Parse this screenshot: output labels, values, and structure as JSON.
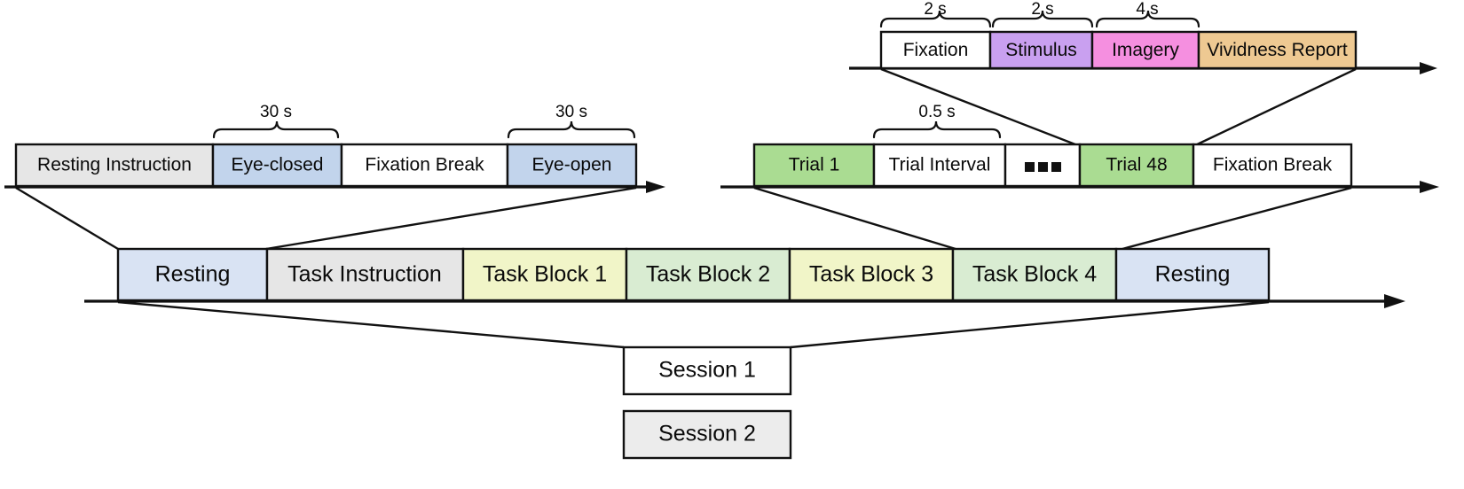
{
  "figure": {
    "title": "Experimental paradigm timeline",
    "colors": {
      "gray": "#e6e6e6",
      "blue": "#c2d4ec",
      "white": "#ffffff",
      "green": "#aadc92",
      "pale_yellow": "#f1f5c8",
      "pale_green": "#d9ecd2",
      "purple": "#c9a0f0",
      "pink": "#f58fe0",
      "tan": "#eec992",
      "stroke": "#111111"
    }
  },
  "trial_timeline": {
    "name": "trial-structure",
    "segments": [
      {
        "label": "Fixation",
        "duration": "2 s",
        "color": "#ffffff"
      },
      {
        "label": "Stimulus",
        "duration": "2 s",
        "color": "#c9a0f0"
      },
      {
        "label": "Imagery",
        "duration": "4 s",
        "color": "#f58fe0"
      },
      {
        "label": "Vividness Report",
        "duration": "",
        "color": "#eec992"
      }
    ]
  },
  "resting_timeline": {
    "name": "resting-run-structure",
    "segments": [
      {
        "label": "Resting Instruction",
        "duration": "",
        "color": "#e6e6e6"
      },
      {
        "label": "Eye-closed",
        "duration": "30 s",
        "color": "#c2d4ec"
      },
      {
        "label": "Fixation Break",
        "duration": "",
        "color": "#ffffff"
      },
      {
        "label": "Eye-open",
        "duration": "30 s",
        "color": "#c2d4ec"
      }
    ]
  },
  "task_block_timeline": {
    "name": "task-block-structure",
    "ellipsis": "...",
    "segments": [
      {
        "label": "Trial 1",
        "duration": "",
        "color": "#aadc92"
      },
      {
        "label": "Trial Interval",
        "duration": "0.5 s",
        "color": "#ffffff"
      },
      {
        "label": "",
        "duration": "",
        "color": "#ffffff"
      },
      {
        "label": "Trial 48",
        "duration": "",
        "color": "#aadc92"
      },
      {
        "label": "Fixation Break",
        "duration": "",
        "color": "#ffffff"
      }
    ]
  },
  "session_timeline": {
    "name": "session-structure",
    "segments": [
      {
        "label": "Resting",
        "color": "#d9e3f3"
      },
      {
        "label": "Task Instruction",
        "color": "#e6e6e6"
      },
      {
        "label": "Task Block 1",
        "color": "#f1f5c8"
      },
      {
        "label": "Task Block 2",
        "color": "#d9ecd2"
      },
      {
        "label": "Task Block 3",
        "color": "#f1f5c8"
      },
      {
        "label": "Task Block 4",
        "color": "#d9ecd2"
      },
      {
        "label": "Resting",
        "color": "#d9e3f3"
      }
    ]
  },
  "sessions": {
    "name": "session-list",
    "items": [
      {
        "label": "Session 1",
        "color": "#ffffff"
      },
      {
        "label": "Session 2",
        "color": "#ececec"
      }
    ]
  }
}
